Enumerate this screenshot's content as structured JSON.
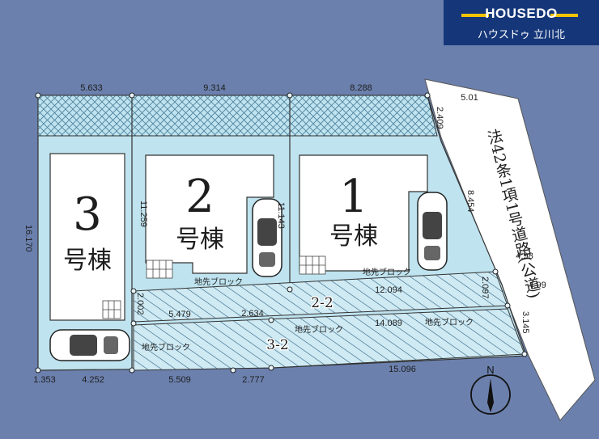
{
  "logo": {
    "brand": "HOUSEDO",
    "store": "ハウスドゥ 立川北"
  },
  "buildings": [
    {
      "num": "3",
      "label": "号棟"
    },
    {
      "num": "2",
      "label": "号棟"
    },
    {
      "num": "1",
      "label": "号棟"
    }
  ],
  "road": {
    "text": "法42条1項1号道路(公道)"
  },
  "lot_labels": [
    "2-2",
    "3-2"
  ],
  "block_note": "地先ブロック",
  "compass": "N",
  "dimensions": {
    "top_1": "5.633",
    "top_2": "9.314",
    "top_3": "8.288",
    "road_top": "5.01",
    "road_corner": "2.409",
    "road_side": "8.454",
    "east_1": "4.98",
    "east_2": "4.99",
    "east_3": "3.145",
    "east_diag": "2.097",
    "left_side": "16.170",
    "b2_side": "11.259",
    "b1_side": "11.143",
    "lane_2_2": "12.094",
    "w_2002": "2.002",
    "mid_1": "5.479",
    "mid_2": "2.634",
    "mid_3": "14.089",
    "bot_1": "1.353",
    "bot_2": "4.252",
    "bot_3": "5.509",
    "bot_4": "2.777",
    "bot_5": "15.096"
  }
}
